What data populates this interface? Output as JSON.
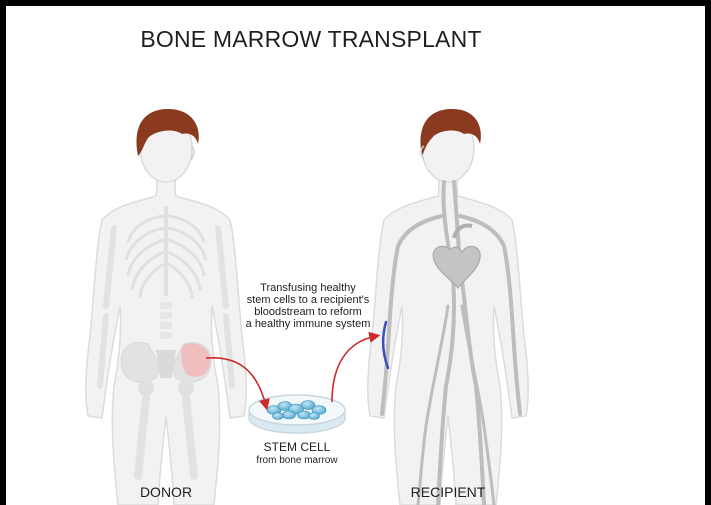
{
  "title": "BONE MARROW TRANSPLANT",
  "description_lines": [
    "Transfusing healthy",
    "stem cells to a recipient's",
    "bloodstream to reform",
    "a healthy immune system"
  ],
  "stem_cell": {
    "label": "STEM CELL",
    "sublabel": "from bone marrow"
  },
  "donor_label": "DONOR",
  "recipient_label": "RECIPIENT",
  "colors": {
    "hair": "#8a3b1f",
    "body_fill": "#f2f2f2",
    "body_stroke": "#dcdcdc",
    "bone": "#e4e4e4",
    "marrow_highlight": "#f2b7b7",
    "arrow": "#cc2a2a",
    "vessels": "#bdbdbd",
    "vein_blue": "#3a4fbf",
    "dish": "#dbe9f2",
    "cells": "#4fa6cf"
  }
}
